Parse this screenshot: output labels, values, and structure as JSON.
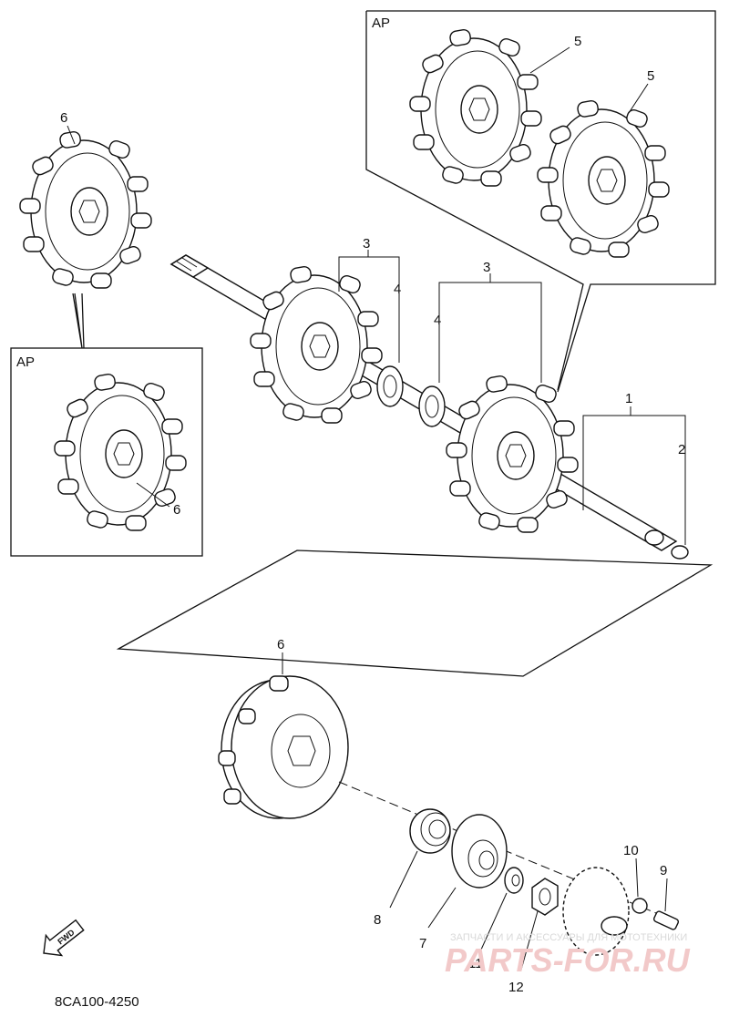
{
  "diagram": {
    "code": "8CA100-4250",
    "inset_label": "AP",
    "fwd_label": "FWD",
    "callouts": {
      "c1": "1",
      "c2": "2",
      "c3a": "3",
      "c3b": "3",
      "c4a": "4",
      "c4b": "4",
      "c5a": "5",
      "c5b": "5",
      "c6a": "6",
      "c6b": "6",
      "c6c": "6",
      "c7": "7",
      "c8": "8",
      "c9": "9",
      "c10": "10",
      "c11": "11",
      "c12": "12"
    },
    "watermark_top": "ЗАПЧАСТИ И АКСЕССУАРЫ ДЛЯ МОТОТЕХНИКИ",
    "watermark_logo": "PARTS-FOR.RU"
  }
}
